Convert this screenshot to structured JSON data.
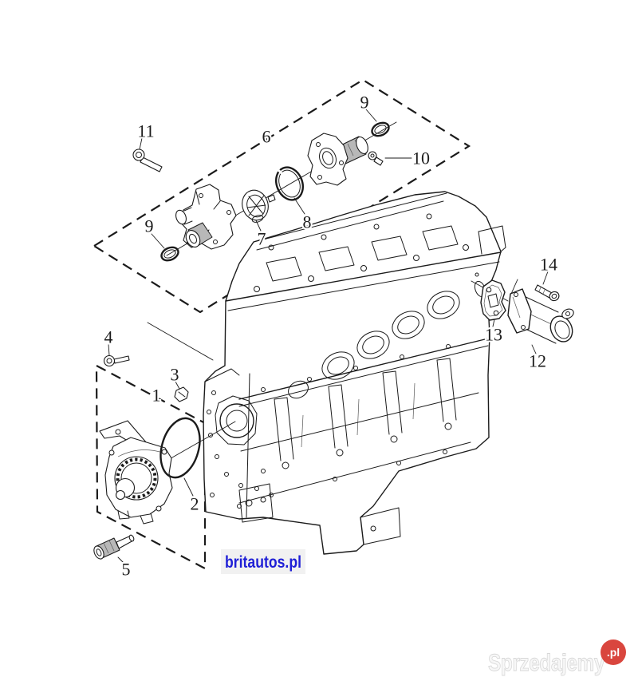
{
  "palette": {
    "line_color": "#1b1b1b",
    "background": "#ffffff",
    "metal_shade": "#b8b8b8",
    "metal_shade_dark": "#8f8f8f"
  },
  "callouts": {
    "n1": "1",
    "n2": "2",
    "n3": "3",
    "n4": "4",
    "n5": "5",
    "n6": "6",
    "n7": "7",
    "n8": "8",
    "n9_left": "9",
    "n9_top": "9",
    "n10": "10",
    "n11": "11",
    "n12": "12",
    "n13": "13",
    "n14": "14"
  },
  "watermarks": {
    "britautos": {
      "text": "britautos.pl",
      "text_color": "#1f1fd6",
      "background": "#f1f1f1"
    },
    "sprzedajemy": {
      "text": "Sprzedajemy",
      "badge_text": ".pl",
      "badge_color": "#d9463e",
      "text_color": "#f7f7f7",
      "outline_color": "#d8d8d8"
    }
  }
}
